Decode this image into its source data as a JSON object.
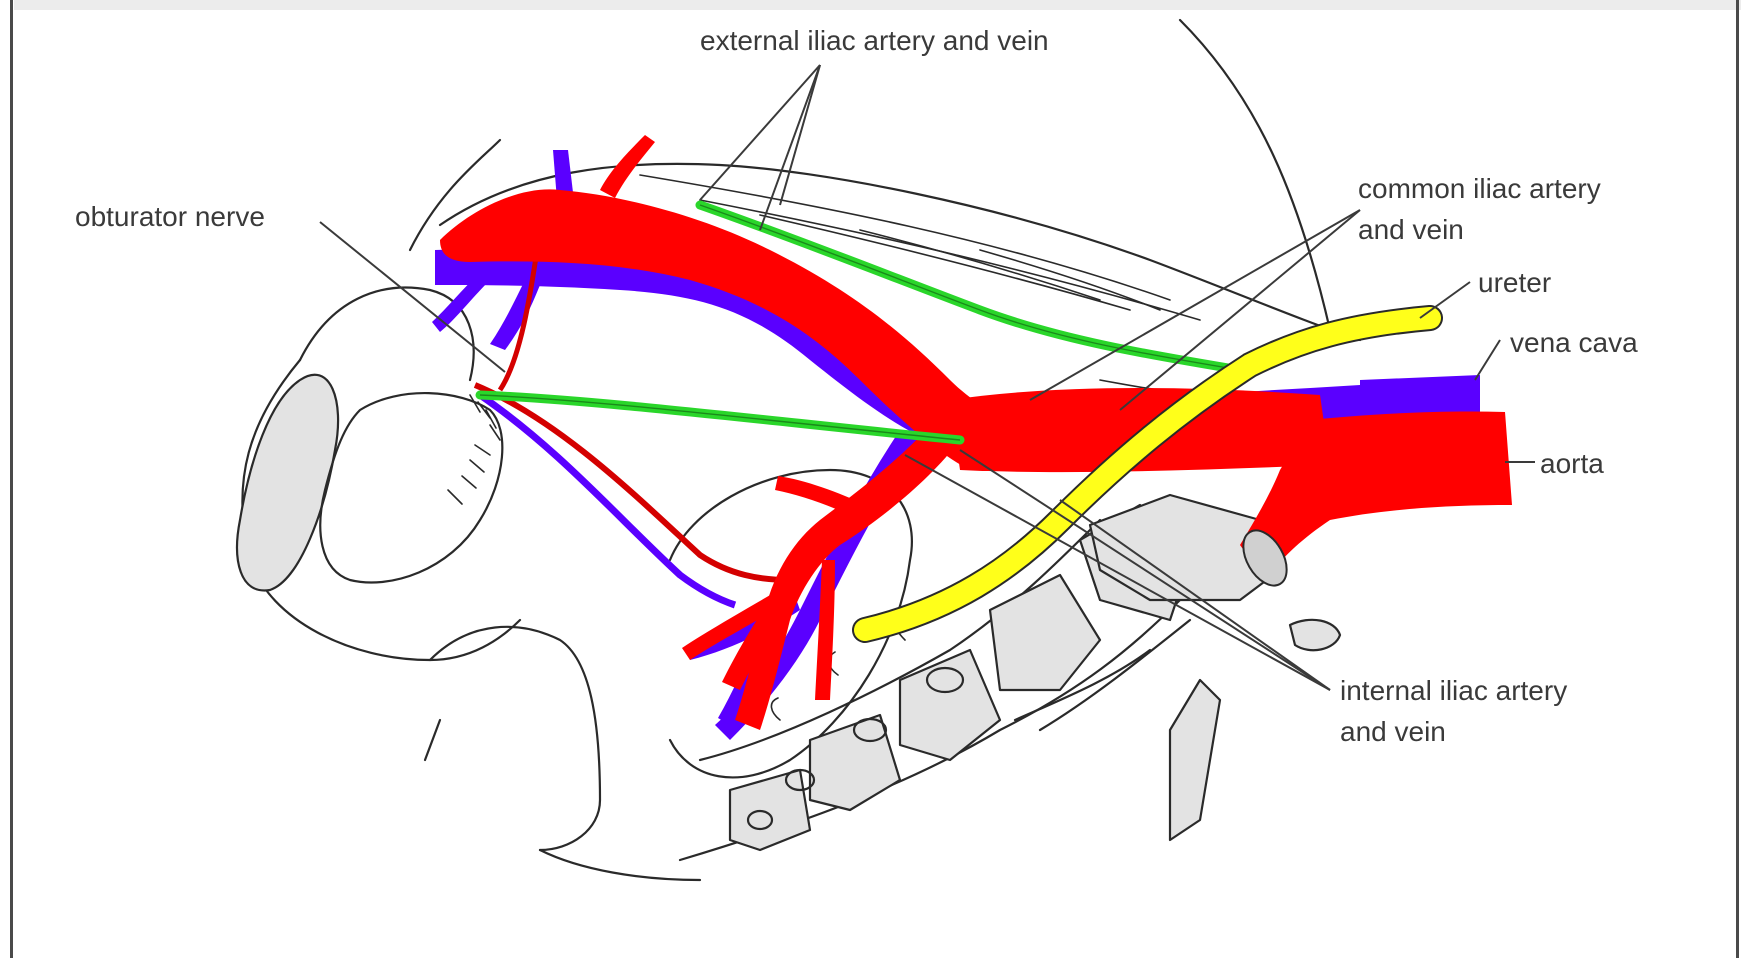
{
  "labels": {
    "external_iliac": "external iliac artery and vein",
    "obturator_nerve": "obturator nerve",
    "common_iliac_line1": "common iliac artery",
    "common_iliac_line2": "and vein",
    "ureter": "ureter",
    "vena_cava": "vena cava",
    "aorta": "aorta",
    "internal_iliac_line1": "internal iliac artery",
    "internal_iliac_line2": "and vein"
  },
  "colors": {
    "artery": "#ff0000",
    "vein": "#5a00ff",
    "nerve": "#2ad62a",
    "ureter": "#ffff1a",
    "bone_shading": "#e3e3e3",
    "outline": "#2a2a2a"
  }
}
